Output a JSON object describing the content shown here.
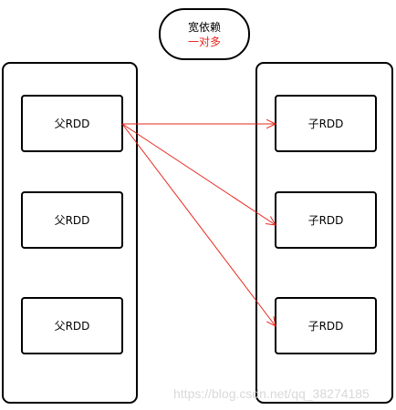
{
  "title": {
    "line1": "宽依赖",
    "line2": "一对多",
    "line2_color": "#e8261c"
  },
  "parents": [
    {
      "label": "父RDD"
    },
    {
      "label": "父RDD"
    },
    {
      "label": "父RDD"
    }
  ],
  "children": [
    {
      "label": "子RDD"
    },
    {
      "label": "子RDD"
    },
    {
      "label": "子RDD"
    }
  ],
  "edges": [
    {
      "from": 0,
      "to": 0
    },
    {
      "from": 0,
      "to": 1
    },
    {
      "from": 0,
      "to": 2
    }
  ],
  "edge_color": "#e8261c",
  "watermark": "https://blog.csdn.net/qq_38274185"
}
